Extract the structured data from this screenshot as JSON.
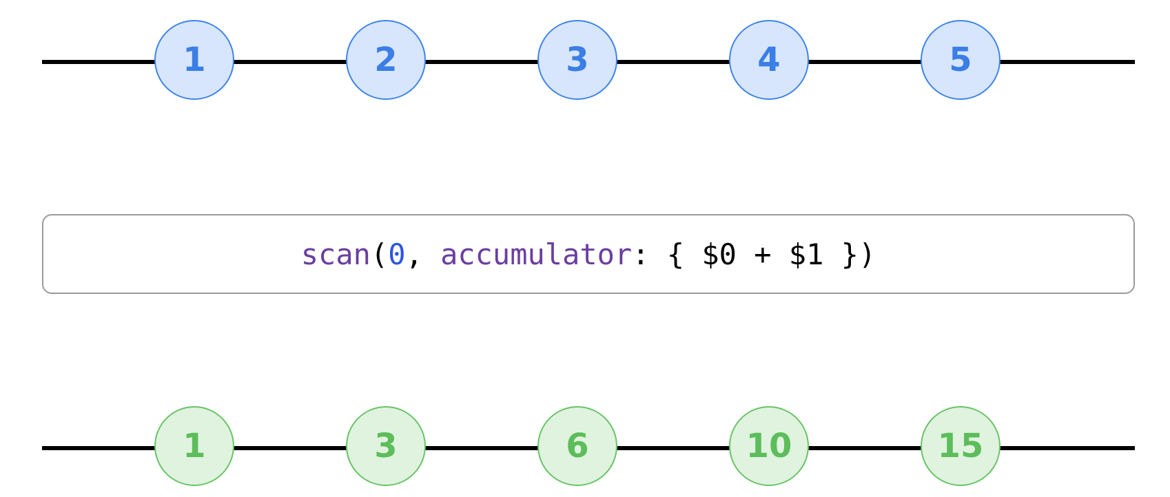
{
  "input_stream": {
    "marbles": [
      "1",
      "2",
      "3",
      "4",
      "5"
    ],
    "color": "#3a7ee6",
    "fill": "#d7e6fc"
  },
  "operator": {
    "function_name": "scan",
    "open_paren": "(",
    "initial_value": "0",
    "separator": ", ",
    "argument_label": "accumulator",
    "closure": ": { $0 + $1 })",
    "function_color": "#6b3ea0",
    "number_color": "#2b55e0"
  },
  "output_stream": {
    "marbles": [
      "1",
      "3",
      "6",
      "10",
      "15"
    ],
    "color": "#5cbd5a",
    "fill": "#e0f3df"
  }
}
